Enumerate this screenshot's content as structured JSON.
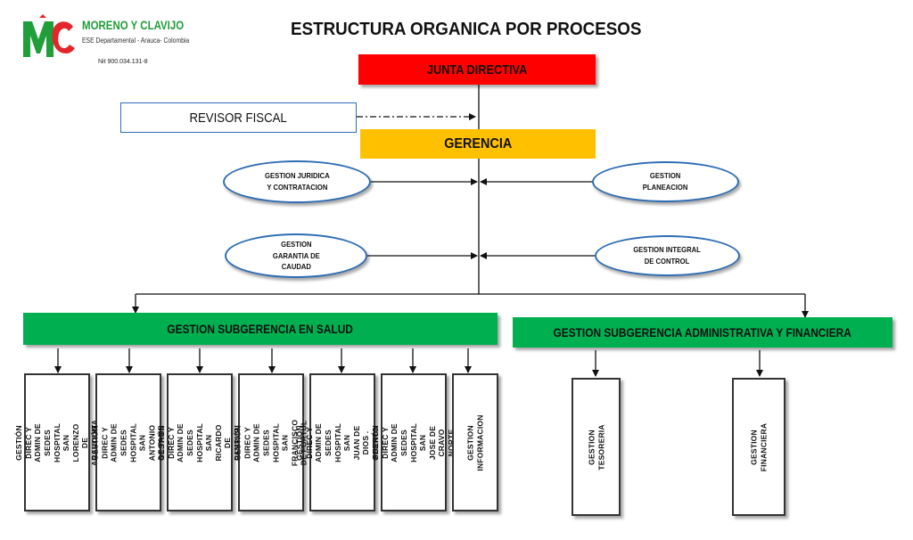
{
  "logo": {
    "name": "MORENO Y CLAVIJO",
    "subtitle": "ESE Departamental - Arauca- Colombia",
    "nit": "Nit 900.034.131-8",
    "colors": {
      "green": "#1f9e3a",
      "red": "#e3262b"
    }
  },
  "page_title": "ESTRUCTURA ORGANICA POR PROCESOS",
  "junta": "JUNTA DIRECTIVA",
  "revisor": "REVISOR FISCAL",
  "gerencia": "GERENCIA",
  "ovals": {
    "juridica": "GESTION JURIDICA\nY CONTRATACION",
    "planeacion": "GESTION\nPLANEACION",
    "calidad": "GESTION\nGARANTIA DE\nCAUDAD",
    "control": "GESTION INTEGRAL\nDE CONTROL"
  },
  "salud": {
    "title": "GESTION SUBGERENCIA EN  SALUD",
    "units": [
      "GESTIÓN DIREC  Y\nADMIN DE SEDES\nHOSPITAL SAN LORENZO\nDE ARAUQUITA",
      "GESTIÓN DIREC  Y\nADMIN DE SEDES\nHOSPITAL SAN\nANTONIO DE TAME",
      "GESTIÓN DIREC  Y\nADMIN DE SEDES\nHOSPITAL SAN RICARDO\nDE PAMPURI",
      "GESTIÓN DIREC  Y\nADMIN DE SEDES\nHOSPITAL SAN\nFRANCISCO DE FORTUL",
      "GESTIÓN DIREC  Y\nADMIN DE SEDES\nHOSPITAL SAN JUAN DE\nDIOS . PUERTO RONDON",
      "GESTIÓN DIREC  Y\nADMIN DE SEDES\nHOSPITAL SAN JOSE DE\nCRAVO NORTE",
      "GESTION\nINFORMACION"
    ]
  },
  "admin": {
    "title": "GESTION SUBGERENCIA ADMINISTRATIVA Y FINANCIERA",
    "units": [
      "GESTION\nTESORERIA",
      "GESTION FINANCIERA"
    ]
  },
  "colors": {
    "junta": "#ff0000",
    "gerencia": "#ffc000",
    "subgerencia": "#00b050",
    "oval_border": "#2e6db4"
  }
}
